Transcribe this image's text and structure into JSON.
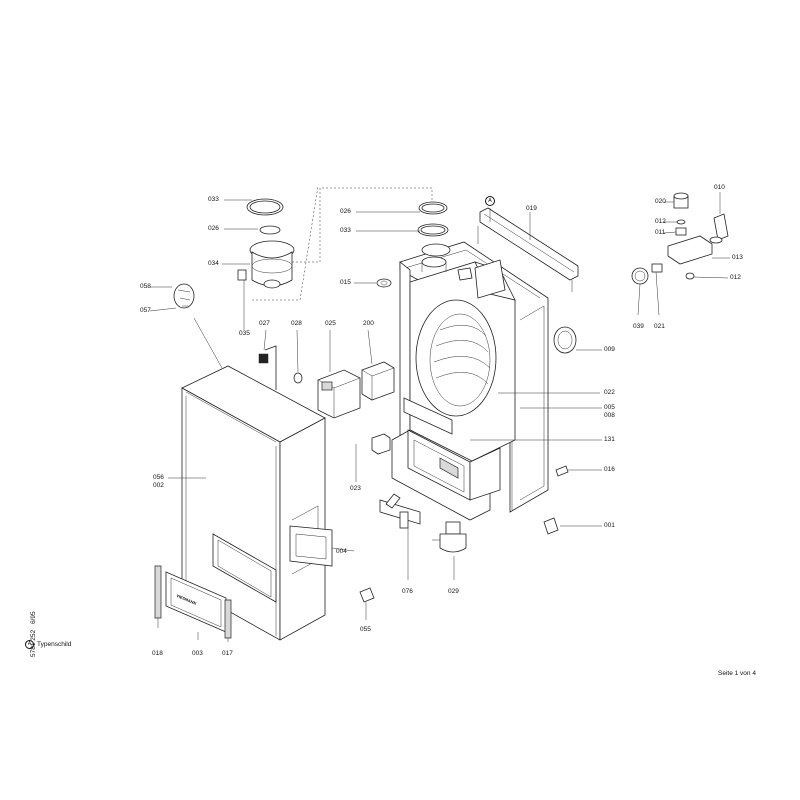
{
  "document": {
    "doc_number": "5781 252",
    "date_code": "6/95",
    "legend_marker": "A",
    "legend_text": "Typenschild",
    "page_label": "Seite 1 von 4",
    "marker_a": "A"
  },
  "part_labels": {
    "p033a": "033",
    "p026a": "026",
    "p034": "034",
    "p058": "058",
    "p057": "057",
    "p035": "035",
    "p027": "027",
    "p028": "028",
    "p025": "025",
    "p200": "200",
    "p026b": "026",
    "p033b": "033",
    "p015": "015",
    "p019": "019",
    "p020": "020",
    "p010": "010",
    "p012a": "012",
    "p011": "011",
    "p013": "013",
    "p012b": "012",
    "p039": "039",
    "p021": "021",
    "p009": "009",
    "p022": "022",
    "p005": "005",
    "p008": "008",
    "p131": "131",
    "p016": "016",
    "p056": "056",
    "p002": "002",
    "p023": "023",
    "p001": "001",
    "p004": "004",
    "p076": "076",
    "p029": "029",
    "p055": "055",
    "p018": "018",
    "p003": "003",
    "p017": "017"
  },
  "brand_plate": "VIESMANN"
}
